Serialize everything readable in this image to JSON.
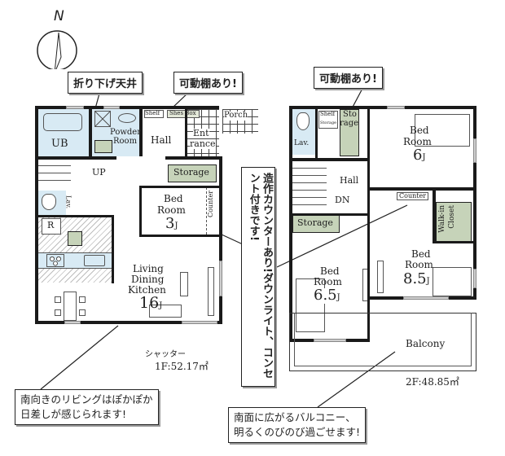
{
  "compass": {
    "label": "N"
  },
  "callouts": {
    "dropped_ceiling": "折り下げ天井",
    "adjustable_shelf_1f": "可動棚あり!",
    "adjustable_shelf_2f": "可動棚あり!",
    "built_in_counter": "造作カウンターあり!ダウンライト、コンセント付きです!",
    "south_living_line1": "南向きのリビングはぽかぽか",
    "south_living_line2": "日差しが感じられます!",
    "balcony_line1": "南面に広がるバルコニー、",
    "balcony_line2": "明るくのびのび過ごせます!"
  },
  "floor1": {
    "area": "1F:52.17㎡",
    "rooms": {
      "ub": "UB",
      "powder_room_1": "Powder",
      "powder_room_2": "Room",
      "hall": "Hall",
      "shelf": "Shelf",
      "shoes_box": "Shes Box",
      "entrance_1": "Ent",
      "entrance_2": "rance",
      "porch": "Porch",
      "up": "UP",
      "lav": "Lav.",
      "storage": "Storage",
      "bedroom_1": "Bed",
      "bedroom_2": "Room",
      "bedroom_size": "3",
      "counter": "Counter",
      "ldk_1": "Living",
      "ldk_2": "Dining",
      "ldk_3": "Kitchen",
      "ldk_size": "16",
      "fridge": "R",
      "shutter": "シャッター",
      "jo_unit": "J"
    }
  },
  "floor2": {
    "area": "2F:48.85㎡",
    "rooms": {
      "lav": "Lav.",
      "shelf": "Shelf",
      "shelf_storage": "Storage",
      "storage_1": "Sto",
      "storage_2": "rage",
      "bedroom_a_1": "Bed",
      "bedroom_a_2": "Room",
      "bedroom_a_size": "6",
      "hall": "Hall",
      "dn": "DN",
      "counter": "Counter",
      "walk_in_closet_1": "Walk-in",
      "walk_in_closet_2": "Closet",
      "storage": "Storage",
      "bedroom_b_1": "Bed",
      "bedroom_b_2": "Room",
      "bedroom_b_size": "6.5",
      "bedroom_c_1": "Bed",
      "bedroom_c_2": "Room",
      "bedroom_c_size": "8.5",
      "balcony": "Balcony",
      "jo_unit": "J"
    }
  },
  "colors": {
    "wall": "#1a1a1a",
    "water_area": "#d8eaf4",
    "storage": "#c6d3b9"
  }
}
